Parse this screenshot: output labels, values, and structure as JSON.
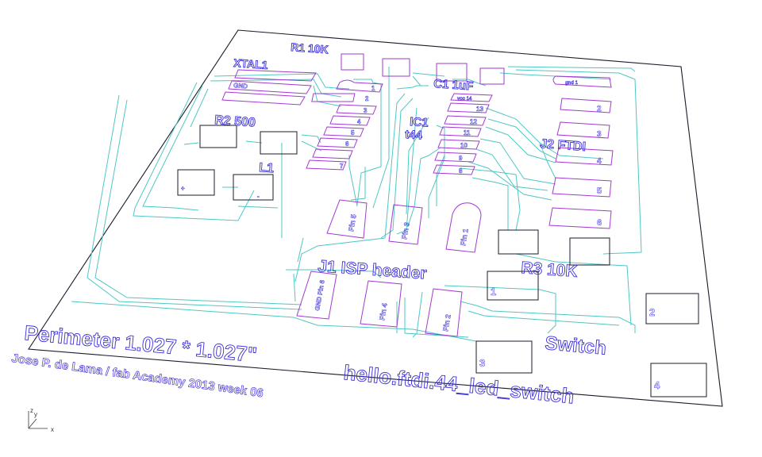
{
  "labels": {
    "r1": "R1 10K",
    "xtal": "XTAL1",
    "c1": "C1 1uF",
    "r2": "R2 500",
    "l1": "L1",
    "ic1": "IC1",
    "t44": "t44",
    "j2": "J2 FTDI",
    "j1": "J1 ISP header",
    "r3": "R3 10K",
    "switch": "Switch",
    "perimeter": "Perimeter 1.027 * 1.027\"",
    "project": "hello.ftdi.44_led_switch",
    "author": "Jose P. de Lama / fab Academy 2013 week 06"
  },
  "xtal_pads": {
    "gnd": "GND"
  },
  "ic_left_pins": [
    "1",
    "2",
    "3",
    "4",
    "5",
    "6",
    "7"
  ],
  "ic_right_pins": [
    "vcc 14",
    "13",
    "12",
    "11",
    "10",
    "9",
    "8"
  ],
  "ftdi_pins": [
    "gnd 1",
    "2",
    "3",
    "4",
    "5",
    "6"
  ],
  "isp_pins": [
    "Pin 5",
    "Pin 3",
    "Pin 1",
    "GND Pin 6",
    "Pin 4",
    "Pin 2"
  ],
  "inductor_marks": {
    "plus": "+",
    "minus": "-"
  },
  "switch_pins": [
    "1",
    "2",
    "3",
    "4"
  ],
  "axes": {
    "z": "z",
    "y": "y",
    "x": "x"
  }
}
